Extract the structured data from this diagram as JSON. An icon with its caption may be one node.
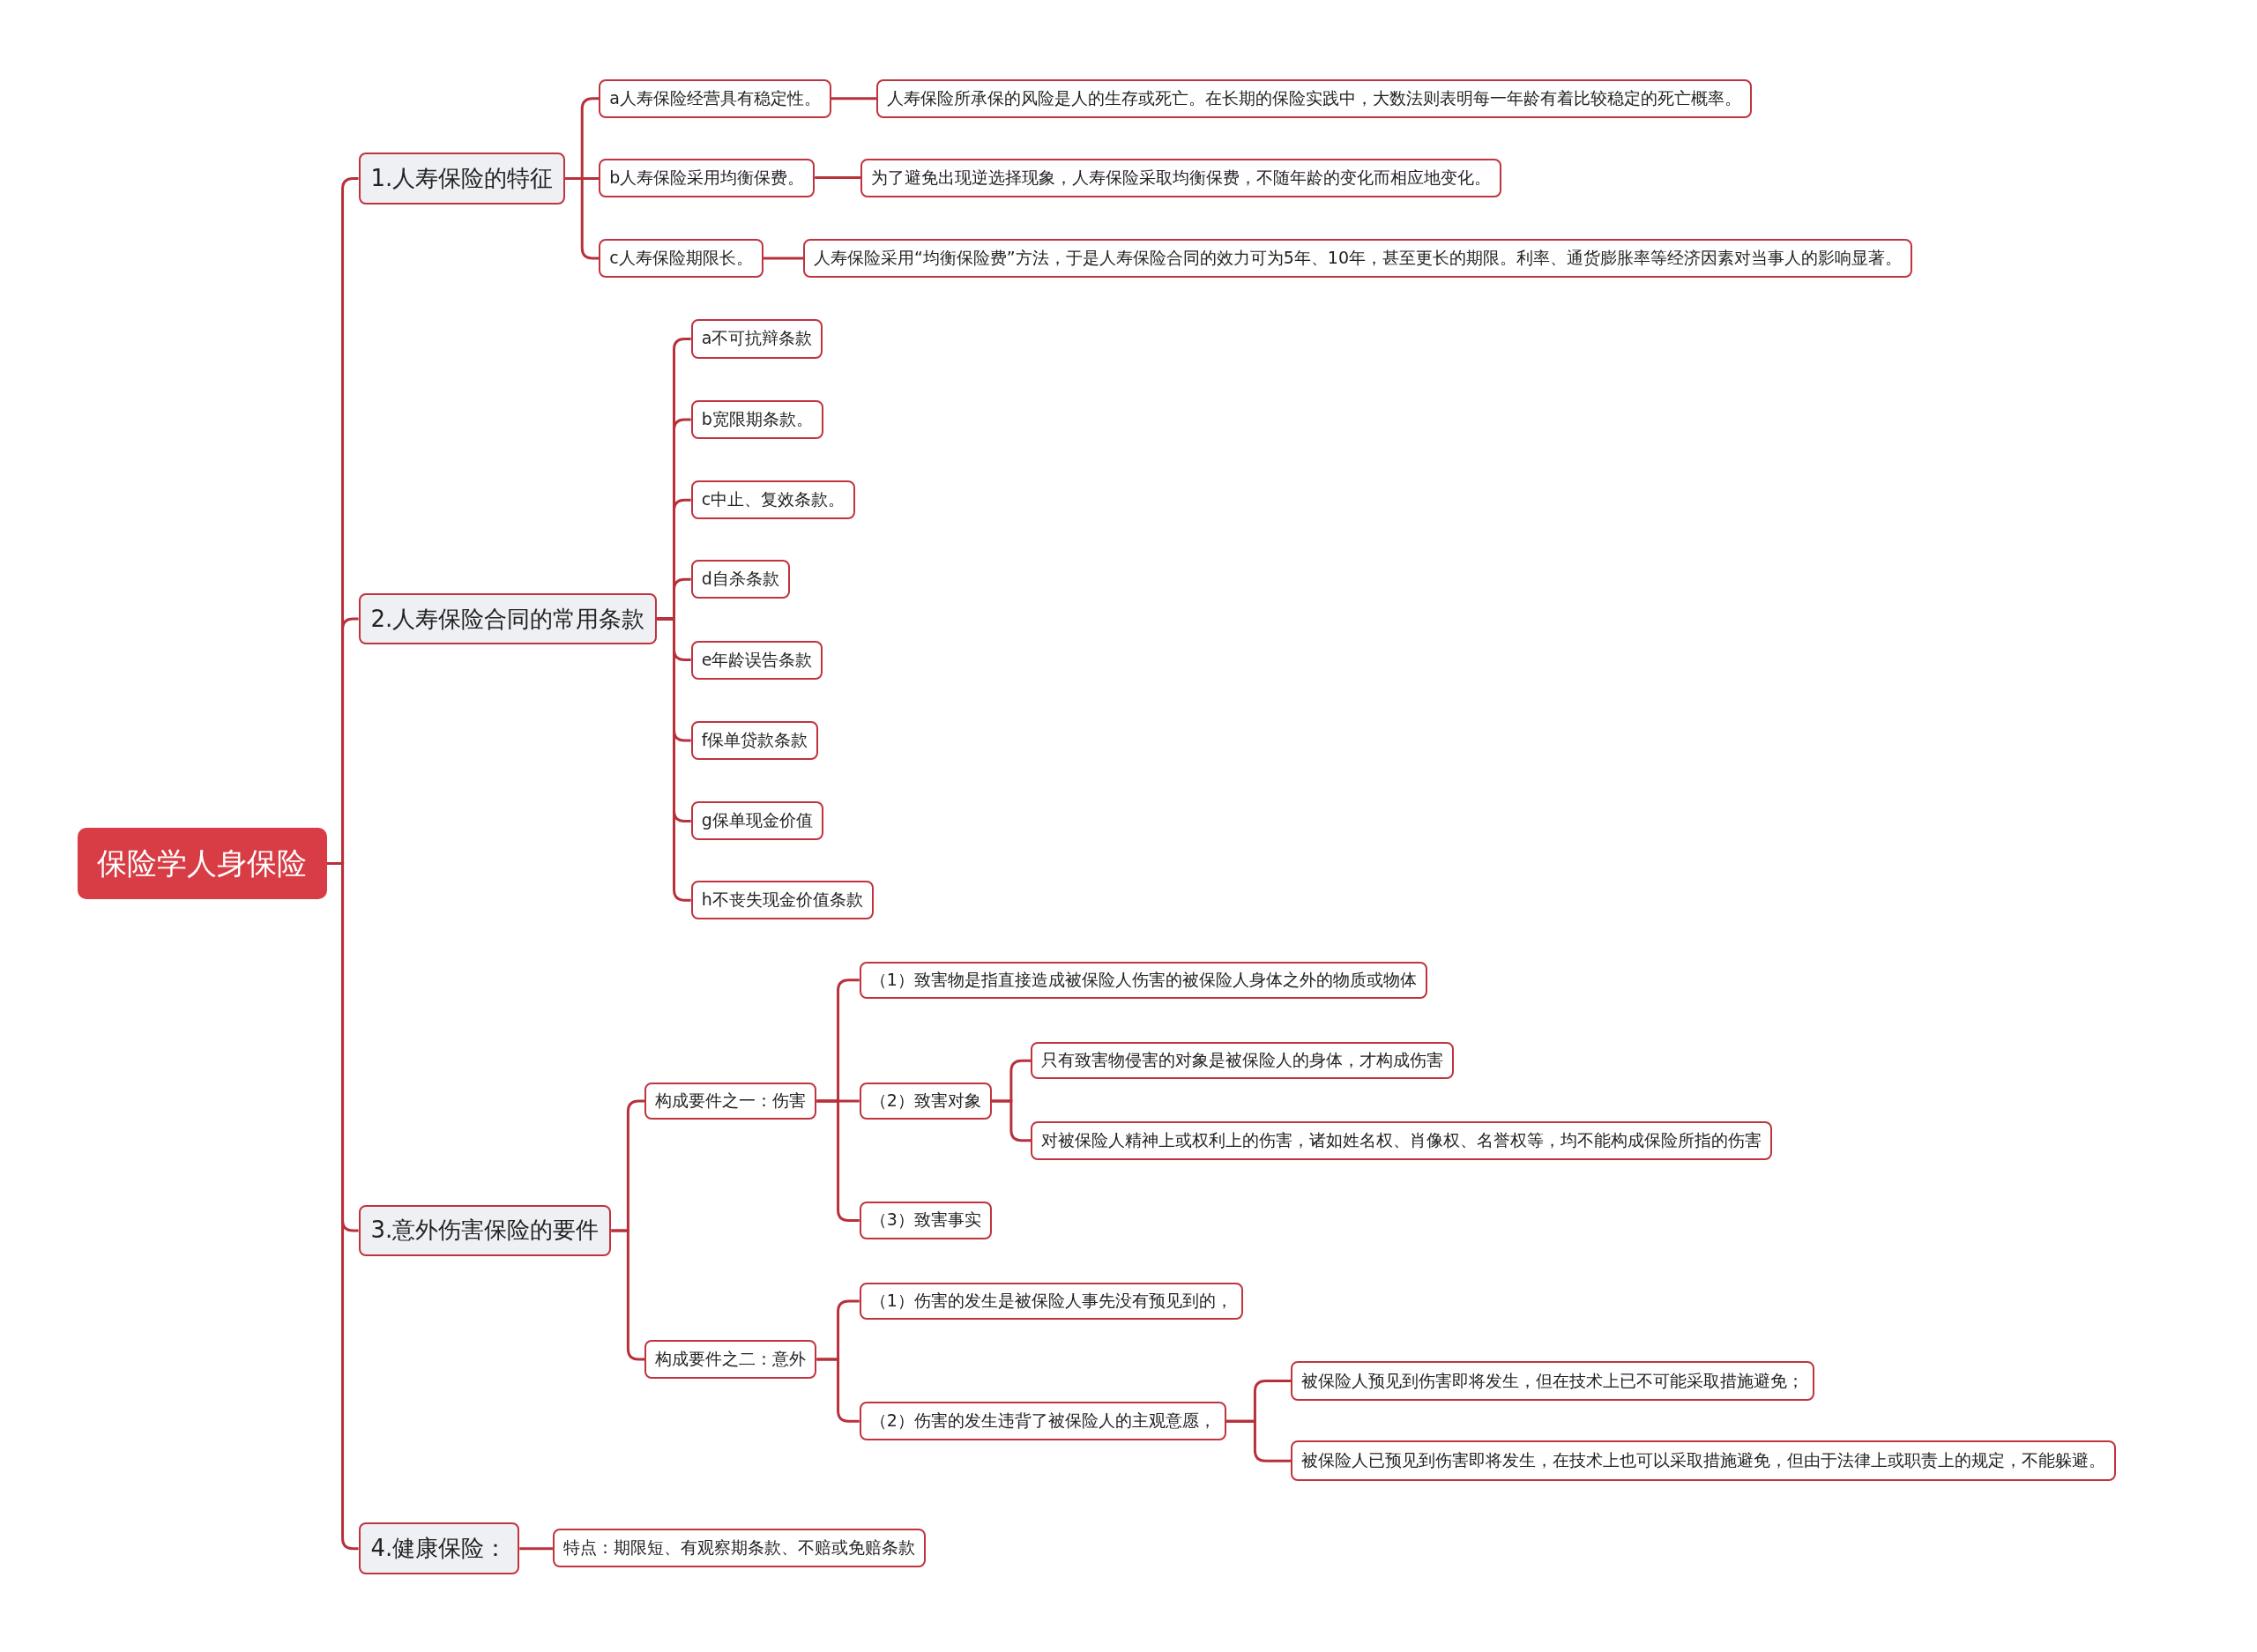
{
  "diagram": {
    "nodes": [
      {
        "text": [
          "保险学人身保险"
        ]
      },
      {
        "text": [
          "1.人寿保险的特征"
        ]
      },
      {
        "text": [
          "a人寿保险经营具有稳定性。"
        ]
      },
      {
        "text": [
          "人寿保险所承保的风险是人的生存或死亡。在长期的保险实践中，大数法则表明每一年龄有着比较稳定的死亡概率。"
        ]
      },
      {
        "text": [
          "b人寿保险采用均衡保费。"
        ]
      },
      {
        "text": [
          "为了避免出现逆选择现象，人寿保险采取均衡保费，不随年龄的变化而相应地变化。"
        ]
      },
      {
        "text": [
          "c人寿保险期限长。"
        ]
      },
      {
        "text": [
          "人寿保险采用“均衡保险费”方法，于是人寿保险合同的效力可为5年、10年，甚至更长的期限。利率、通货膨胀率等经济因素对当事人的影响显著。"
        ]
      },
      {
        "text": [
          "2.人寿保险合同的常用条款"
        ]
      },
      {
        "text": [
          "a不可抗辩条款"
        ]
      },
      {
        "text": [
          "b宽限期条款。"
        ]
      },
      {
        "text": [
          "c中止、复效条款。"
        ]
      },
      {
        "text": [
          "d自杀条款"
        ]
      },
      {
        "text": [
          "e年龄误告条款"
        ]
      },
      {
        "text": [
          "f保单贷款条款"
        ]
      },
      {
        "text": [
          "g保单现金价值"
        ]
      },
      {
        "text": [
          "h不丧失现金价值条款"
        ]
      },
      {
        "text": [
          "3.意外伤害保险的要件"
        ]
      },
      {
        "text": [
          "构成要件之一：伤害"
        ]
      },
      {
        "text": [
          "（1）致害物是指直接造成被保险人伤害的被保险人身体之外的物质或物体"
        ]
      },
      {
        "text": [
          "（2）致害对象"
        ]
      },
      {
        "text": [
          "只有致害物侵害的对象是被保险人的身体，才构成伤害"
        ]
      },
      {
        "text": [
          "对被保险人精神上或权利上的伤害，诸如姓名权、肖像权、名誉权等，均不能构成保险所指的伤害"
        ]
      },
      {
        "text": [
          "（3）致害事实"
        ]
      },
      {
        "text": [
          "构成要件之二：意外"
        ]
      },
      {
        "text": [
          "（1）伤害的发生是被保险人事先没有预见到的，"
        ]
      },
      {
        "text": [
          "（2）伤害的发生违背了被保险人的主观意愿，"
        ]
      },
      {
        "text": [
          "被保险人预见到伤害即将发生，但在技术上已不可能采取措施避免；"
        ]
      },
      {
        "text": [
          "被保险人已预见到伤害即将发生，在技术上也可以采取措施避免，但由于法律上或职责上的规定，不能躲避。"
        ]
      },
      {
        "text": [
          "4.健康保险："
        ]
      },
      {
        "text": [
          "特点：期限短、有观察期条款、不赔或免赔条款"
        ]
      }
    ],
    "edges": [
      {
        "from": 0,
        "to": 1,
        "arrow": "none"
      },
      {
        "from": 1,
        "to": 2,
        "arrow": "none"
      },
      {
        "from": 2,
        "to": 3,
        "arrow": "none"
      },
      {
        "from": 1,
        "to": 4,
        "arrow": "none"
      },
      {
        "from": 4,
        "to": 5,
        "arrow": "none"
      },
      {
        "from": 1,
        "to": 6,
        "arrow": "none"
      },
      {
        "from": 6,
        "to": 7,
        "arrow": "none"
      },
      {
        "from": 0,
        "to": 8,
        "arrow": "none"
      },
      {
        "from": 8,
        "to": 9,
        "arrow": "none"
      },
      {
        "from": 8,
        "to": 10,
        "arrow": "none"
      },
      {
        "from": 8,
        "to": 11,
        "arrow": "none"
      },
      {
        "from": 8,
        "to": 12,
        "arrow": "none"
      },
      {
        "from": 8,
        "to": 13,
        "arrow": "none"
      },
      {
        "from": 8,
        "to": 14,
        "arrow": "none"
      },
      {
        "from": 8,
        "to": 15,
        "arrow": "none"
      },
      {
        "from": 8,
        "to": 16,
        "arrow": "none"
      },
      {
        "from": 0,
        "to": 17,
        "arrow": "none"
      },
      {
        "from": 17,
        "to": 18,
        "arrow": "none"
      },
      {
        "from": 18,
        "to": 19,
        "arrow": "none"
      },
      {
        "from": 18,
        "to": 20,
        "arrow": "none"
      },
      {
        "from": 20,
        "to": 21,
        "arrow": "none"
      },
      {
        "from": 20,
        "to": 22,
        "arrow": "none"
      },
      {
        "from": 18,
        "to": 23,
        "arrow": "none"
      },
      {
        "from": 17,
        "to": 24,
        "arrow": "none"
      },
      {
        "from": 24,
        "to": 25,
        "arrow": "none"
      },
      {
        "from": 24,
        "to": 26,
        "arrow": "none"
      },
      {
        "from": 26,
        "to": 27,
        "arrow": "none"
      },
      {
        "from": 26,
        "to": 28,
        "arrow": "none"
      },
      {
        "from": 0,
        "to": 29,
        "arrow": "none"
      },
      {
        "from": 29,
        "to": 30,
        "arrow": "none"
      }
    ]
  }
}
